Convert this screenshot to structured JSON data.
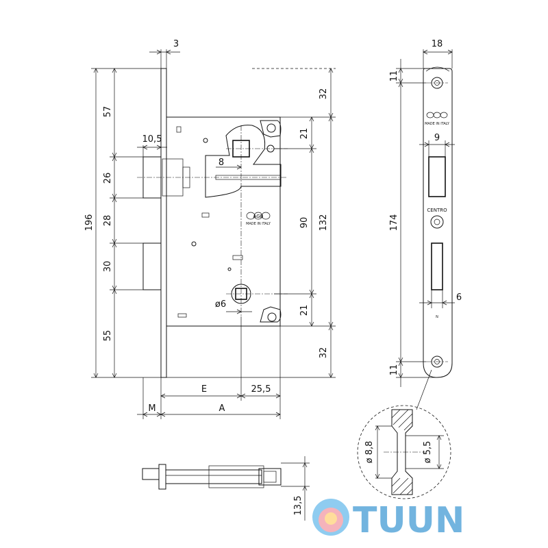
{
  "dimensions": {
    "front_plate_thickness": "3",
    "total_height": "196",
    "top_to_latch": "57",
    "latch_height": "26",
    "latch_to_bolt": "28",
    "bolt_height": "30",
    "bolt_to_bottom": "55",
    "latch_depth": "10,5",
    "follower_offset": "8",
    "top_margin": "32",
    "screw_upper": "21",
    "hole_spacing": "90",
    "case_height": "132",
    "screw_lower": "21",
    "bottom_margin": "32",
    "cylinder_hole": "ø6",
    "e_label": "E",
    "a_label": "A",
    "m_label": "M",
    "backset_offset": "25,5",
    "plate_width": "18",
    "plate_top": "11",
    "plate_hole_distance": "174",
    "plate_bottom": "11",
    "latch_slot_width": "9",
    "bolt_slot_width": "6",
    "counterbore_outer": "ø 8,8",
    "counterbore_inner": "ø 5,5",
    "bolt_throw": "13,5"
  },
  "labels": {
    "brand_mark": "AGB",
    "made_in": "MADE IN ITALY",
    "centro": "CENTRO",
    "n_mark": "N"
  },
  "watermark": {
    "text": "TUUN",
    "color": "#5aa7da"
  }
}
